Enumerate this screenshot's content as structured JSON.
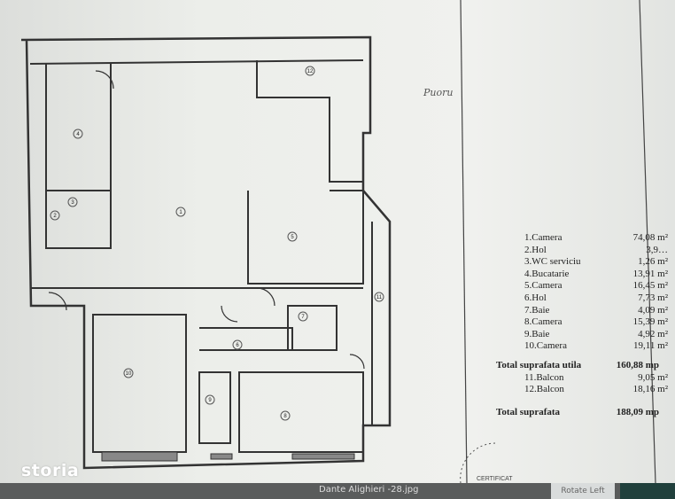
{
  "legend": {
    "rooms": [
      {
        "name": "1.Camera",
        "area": "74,08 m²"
      },
      {
        "name": "2.Hol",
        "area": "3,9…"
      },
      {
        "name": "3.WC serviciu",
        "area": "1,26 m²"
      },
      {
        "name": "4.Bucatarie",
        "area": "13,91 m²"
      },
      {
        "name": "5.Camera",
        "area": "16,45 m²"
      },
      {
        "name": "6.Hol",
        "area": "7,73 m²"
      },
      {
        "name": "7.Baie",
        "area": "4,09 m²"
      },
      {
        "name": "8.Camera",
        "area": "15,39 m²"
      },
      {
        "name": "9.Baie",
        "area": "4,92 m²"
      },
      {
        "name": "10.Camera",
        "area": "19,11 m²"
      }
    ],
    "useful_total": {
      "label": "Total suprafata utila",
      "value": "160,88 mp"
    },
    "balconies": [
      {
        "name": "11.Balcon",
        "area": "9,05 m²"
      },
      {
        "name": "12.Balcon",
        "area": "18,16 m²"
      }
    ],
    "total": {
      "label": "Total suprafata",
      "value": "188,09 mp"
    }
  },
  "plan": {
    "room_numbers": [
      "1",
      "2",
      "3",
      "4",
      "5",
      "6",
      "7",
      "8",
      "9",
      "10",
      "11",
      "12"
    ],
    "annotation": "Puoru",
    "stamp": "CERTIFICAT"
  },
  "logo": "storia",
  "taskbar": {
    "file_name": "Dante Alighieri -28.jpg",
    "rotate_label": "Rotate Left"
  }
}
